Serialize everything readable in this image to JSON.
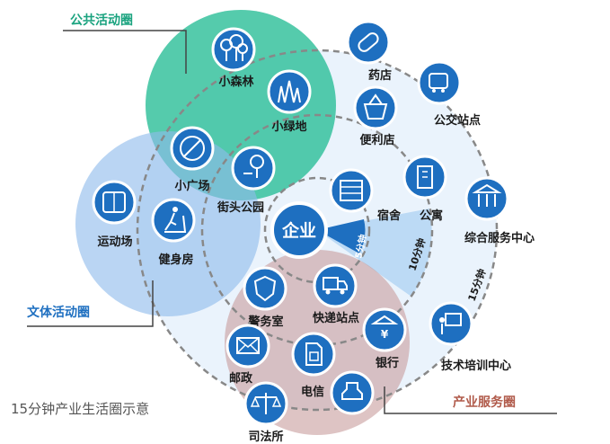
{
  "zones": {
    "public": "公共活动圈",
    "culture": "文体活动圈",
    "industry": "产业服务圈"
  },
  "center": "企业",
  "rings": {
    "r5": "5分钟",
    "r10": "10分钟",
    "r15": "15分钟"
  },
  "nodes": {
    "forest": "小森林",
    "greenland": "小绿地",
    "square": "小广场",
    "street_park": "街头公园",
    "pharmacy": "药店",
    "bus_stop": "公交站点",
    "store": "便利店",
    "dormitory": "宿舍",
    "apartment": "公寓",
    "service_center": "综合服务中心",
    "stadium": "运动场",
    "gym": "健身房",
    "police": "警务室",
    "express": "快递站点",
    "bank": "银行",
    "training": "技术培训中心",
    "post": "邮政",
    "telecom": "电信",
    "justice": "司法所"
  },
  "caption": "15分钟产业生活圈示意",
  "colors": {
    "public_zone": "#2fbf9a",
    "culture_zone": "#8fbcec",
    "industry_zone": "#cfa3a3",
    "icon_blue": "#1e6fc0",
    "ring": "#888888"
  }
}
